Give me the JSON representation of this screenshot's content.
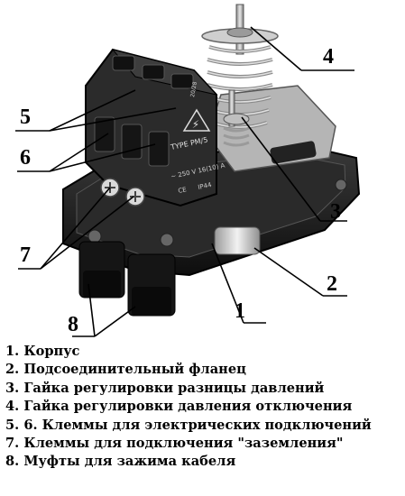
{
  "callouts": {
    "c1": "1",
    "c2": "2",
    "c3": "3",
    "c4": "4",
    "c5": "5",
    "c6": "6",
    "c7": "7",
    "c8": "8"
  },
  "device_text": {
    "type_label": "TYPE PM/5",
    "rating": "~ 250 V 16(10) A",
    "ip_rating": "IP44",
    "ce_mark": "CE",
    "code": "20/28"
  },
  "legend": [
    "1. Корпус",
    "2. Подсоединительный фланец",
    "3. Гайка регулировки разницы давлений",
    "4. Гайка регулировки давления отключения",
    "5. 6. Клеммы для электрических подключений",
    "7. Клеммы для подключения \"заземления\"",
    "8. Муфты для зажима кабеля"
  ]
}
